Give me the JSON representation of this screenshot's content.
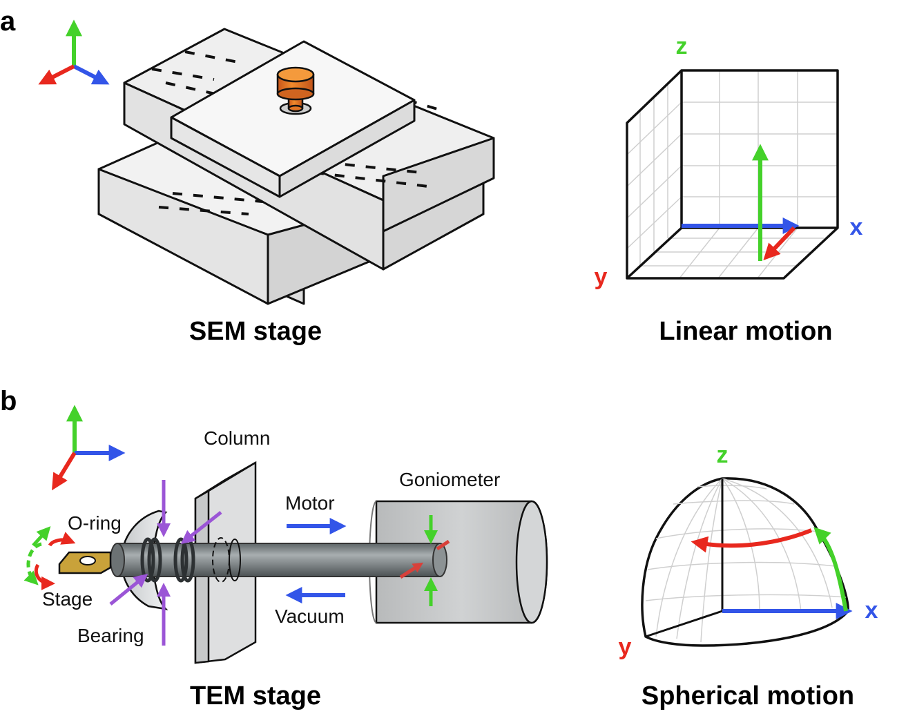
{
  "panels": {
    "a": {
      "letter": "a",
      "sem_title": "SEM stage",
      "linear_title": "Linear motion",
      "axes": {
        "z": "z",
        "x": "x",
        "y": "y"
      }
    },
    "b": {
      "letter": "b",
      "tem_title": "TEM stage",
      "spherical_title": "Spherical motion",
      "labels": {
        "column": "Column",
        "goniometer": "Goniometer",
        "motor": "Motor",
        "vacuum": "Vacuum",
        "oring": "O-ring",
        "stage": "Stage",
        "bearing": "Bearing"
      },
      "axes": {
        "z": "z",
        "x": "x",
        "y": "y"
      }
    }
  },
  "colors": {
    "axis_x": "#3355e8",
    "axis_y": "#e8281e",
    "axis_z": "#44d12a",
    "bearing": "#9b55d6",
    "sample_pin": "#e0741c",
    "block_fill": "#e6e6e6",
    "rod": "#8f9597",
    "goniometer": "#c4c6c7",
    "holder": "#c9a23a"
  }
}
